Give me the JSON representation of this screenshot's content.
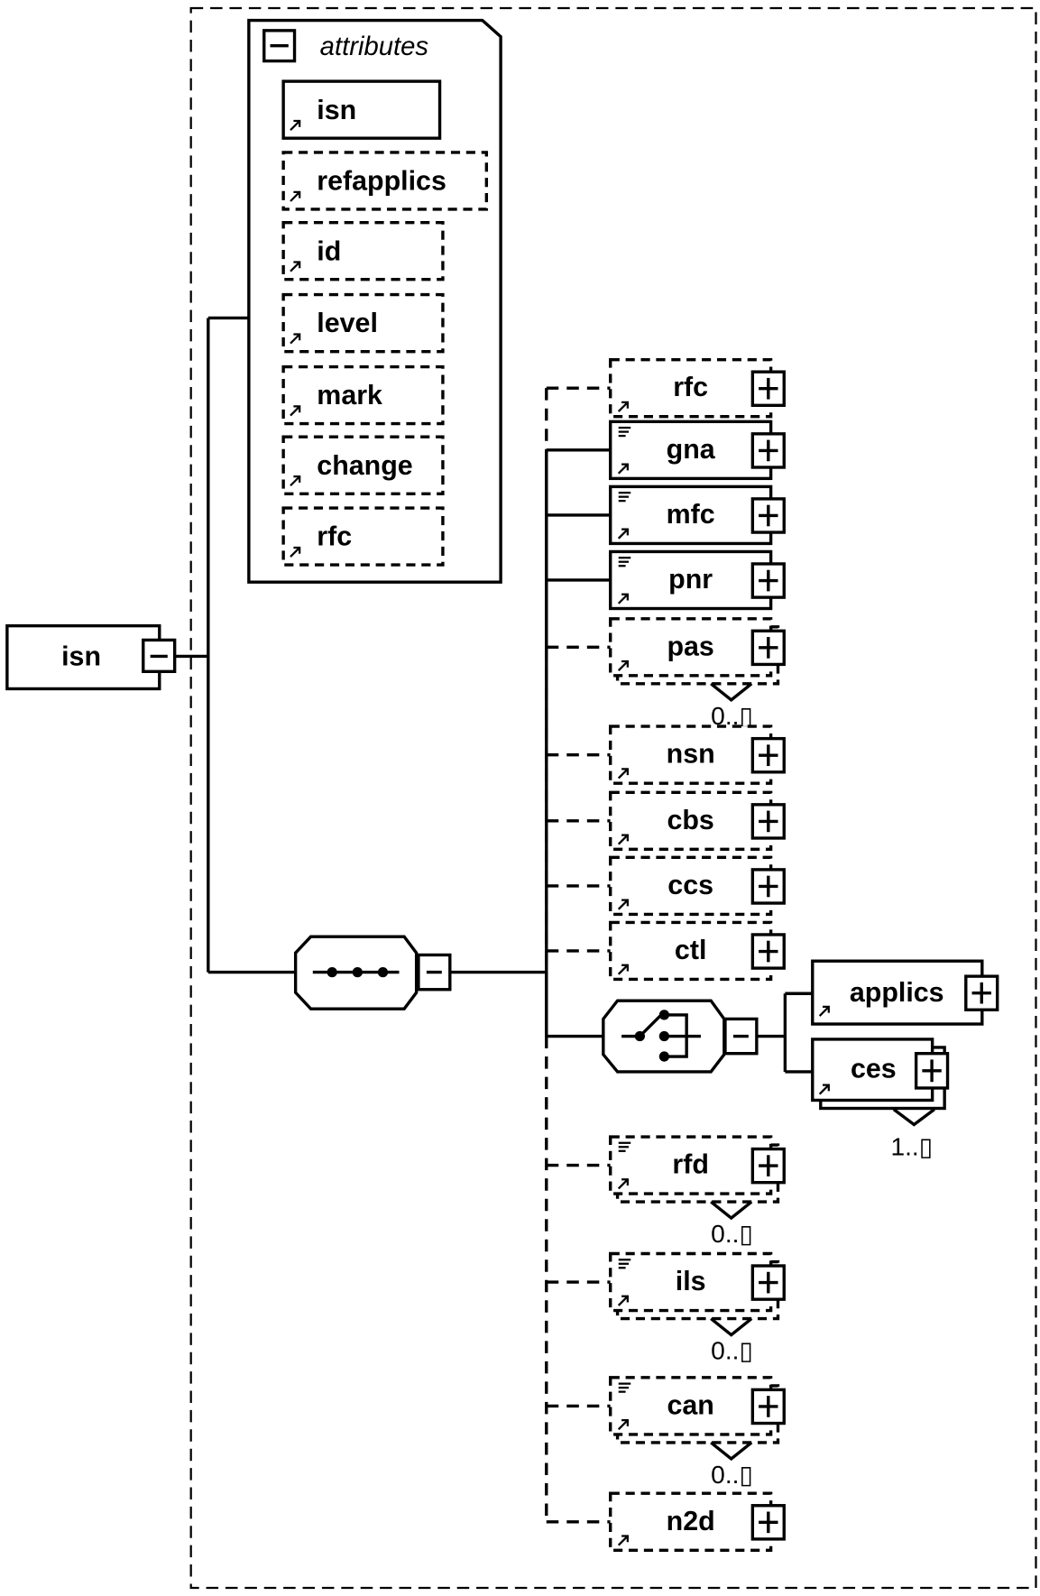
{
  "diagram": {
    "root": {
      "name": "isn",
      "expanded": true
    },
    "attributes_group": {
      "title": "attributes",
      "expanded": true,
      "items": [
        {
          "name": "isn",
          "optional": false
        },
        {
          "name": "refapplics",
          "optional": true
        },
        {
          "name": "id",
          "optional": true
        },
        {
          "name": "level",
          "optional": true
        },
        {
          "name": "mark",
          "optional": true
        },
        {
          "name": "change",
          "optional": true
        },
        {
          "name": "rfc",
          "optional": true
        }
      ]
    },
    "sequence": {
      "type": "sequence",
      "children": [
        {
          "name": "rfc",
          "optional": true,
          "has_doc": false,
          "repeat": false,
          "occurrence": ""
        },
        {
          "name": "gna",
          "optional": false,
          "has_doc": true,
          "repeat": false,
          "occurrence": ""
        },
        {
          "name": "mfc",
          "optional": false,
          "has_doc": true,
          "repeat": false,
          "occurrence": ""
        },
        {
          "name": "pnr",
          "optional": false,
          "has_doc": true,
          "repeat": false,
          "occurrence": ""
        },
        {
          "name": "pas",
          "optional": true,
          "has_doc": false,
          "repeat": true,
          "occurrence": "0..▯"
        },
        {
          "name": "nsn",
          "optional": true,
          "has_doc": false,
          "repeat": false,
          "occurrence": ""
        },
        {
          "name": "cbs",
          "optional": true,
          "has_doc": false,
          "repeat": false,
          "occurrence": ""
        },
        {
          "name": "ccs",
          "optional": true,
          "has_doc": false,
          "repeat": false,
          "occurrence": ""
        },
        {
          "name": "ctl",
          "optional": true,
          "has_doc": false,
          "repeat": false,
          "occurrence": ""
        },
        {
          "name": "choice",
          "type": "choice"
        },
        {
          "name": "rfd",
          "optional": true,
          "has_doc": true,
          "repeat": true,
          "occurrence": "0..▯"
        },
        {
          "name": "ils",
          "optional": true,
          "has_doc": true,
          "repeat": true,
          "occurrence": "0..▯"
        },
        {
          "name": "can",
          "optional": true,
          "has_doc": true,
          "repeat": true,
          "occurrence": "0..▯"
        },
        {
          "name": "n2d",
          "optional": true,
          "has_doc": false,
          "repeat": false,
          "occurrence": ""
        }
      ]
    },
    "choice": {
      "type": "choice",
      "children": [
        {
          "name": "applics",
          "optional": false,
          "repeat": false,
          "occurrence": ""
        },
        {
          "name": "ces",
          "optional": false,
          "repeat": true,
          "occurrence": "1..▯"
        }
      ]
    }
  },
  "icons": {
    "expand": "plus-icon",
    "collapse": "minus-icon",
    "reference": "arrow-link-icon",
    "documentation": "doc-lines-icon",
    "sequence": "sequence-icon",
    "choice": "choice-icon"
  }
}
